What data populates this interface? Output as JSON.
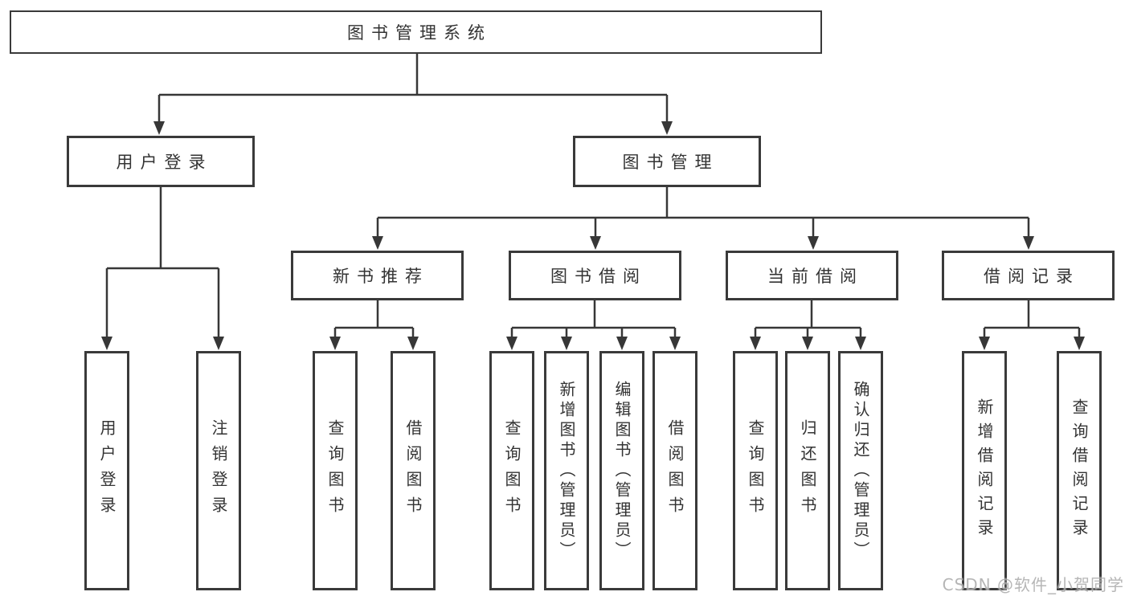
{
  "diagram": {
    "root": {
      "label": "图书管理系统"
    },
    "branches": [
      {
        "label": "用户登录",
        "children": [
          "用户登录",
          "注销登录"
        ]
      },
      {
        "label": "图书管理",
        "groups": [
          {
            "label": "新书推荐",
            "children": [
              "查询图书",
              "借阅图书"
            ]
          },
          {
            "label": "图书借阅",
            "children": [
              "查询图书",
              "新增图书（管理员）",
              "编辑图书（管理员）",
              "借阅图书"
            ]
          },
          {
            "label": "当前借阅",
            "children": [
              "查询图书",
              "归还图书",
              "确认归还（管理员）"
            ]
          },
          {
            "label": "借阅记录",
            "children": [
              "新增借阅记录",
              "查询借阅记录"
            ]
          }
        ]
      }
    ]
  },
  "watermark": "CSDN @软件_小贺同学",
  "colors": {
    "line": "#373737",
    "text": "#333333",
    "background": "#ffffff",
    "watermark": "#9e9e9e"
  }
}
